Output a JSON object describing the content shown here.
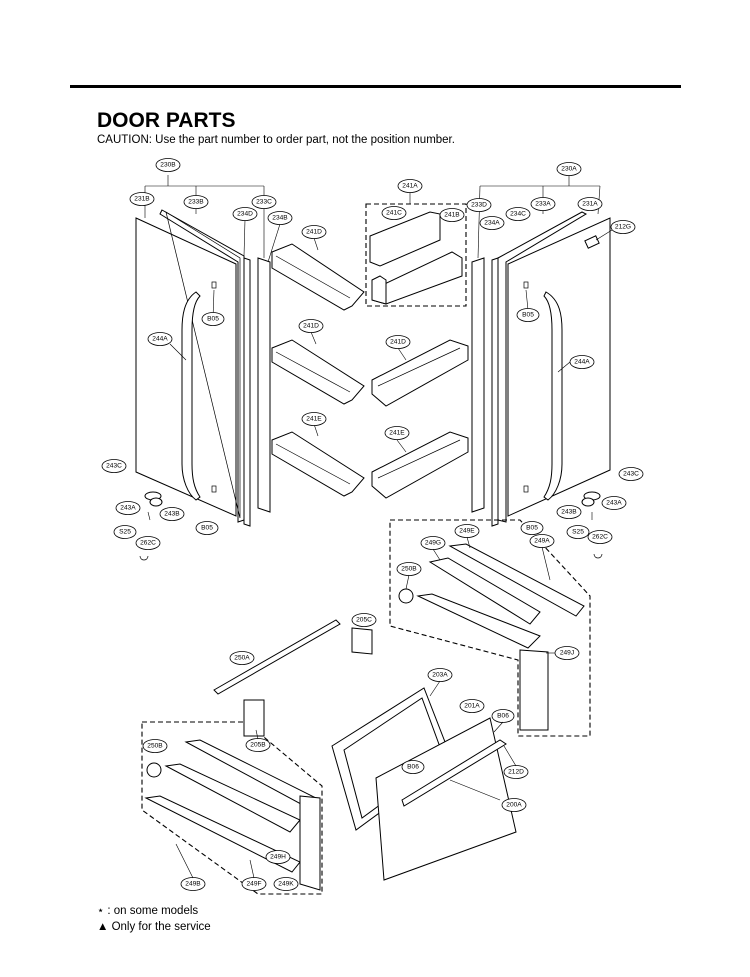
{
  "header": {
    "title": "DOOR PARTS",
    "caution": "CAUTION: Use the part number to order part, not the position number."
  },
  "callouts": [
    {
      "id": "230B",
      "label": "230B"
    },
    {
      "id": "231B",
      "label": "231B"
    },
    {
      "id": "233B",
      "label": "233B"
    },
    {
      "id": "234D-l",
      "label": "234D"
    },
    {
      "id": "233C-l",
      "label": "233C"
    },
    {
      "id": "234B",
      "label": "234B"
    },
    {
      "id": "241D-1",
      "label": "241D"
    },
    {
      "id": "241A",
      "label": "241A"
    },
    {
      "id": "241C",
      "label": "241C"
    },
    {
      "id": "241B",
      "label": "241B"
    },
    {
      "id": "233D",
      "label": "233D"
    },
    {
      "id": "234A-r",
      "label": "234A"
    },
    {
      "id": "234C",
      "label": "234C"
    },
    {
      "id": "233A",
      "label": "233A"
    },
    {
      "id": "231A",
      "label": "231A"
    },
    {
      "id": "230A",
      "label": "230A"
    },
    {
      "id": "212G",
      "label": "212G"
    },
    {
      "id": "B05-l1",
      "label": "B05"
    },
    {
      "id": "244A-l",
      "label": "244A"
    },
    {
      "id": "241D-2",
      "label": "241D"
    },
    {
      "id": "241D-3",
      "label": "241D"
    },
    {
      "id": "B05-r1",
      "label": "B05"
    },
    {
      "id": "244A-r",
      "label": "244A"
    },
    {
      "id": "241E-1",
      "label": "241E"
    },
    {
      "id": "241E-2",
      "label": "241E"
    },
    {
      "id": "243C-l",
      "label": "243C"
    },
    {
      "id": "243C-r",
      "label": "243C"
    },
    {
      "id": "243A-l",
      "label": "243A"
    },
    {
      "id": "243B-l",
      "label": "243B"
    },
    {
      "id": "S25-l",
      "label": "S25"
    },
    {
      "id": "B05-l2",
      "label": "B05"
    },
    {
      "id": "262C-l",
      "label": "262C"
    },
    {
      "id": "243A-r",
      "label": "243A"
    },
    {
      "id": "243B-r",
      "label": "243B"
    },
    {
      "id": "B05-r2",
      "label": "B05"
    },
    {
      "id": "S25-r",
      "label": "S25"
    },
    {
      "id": "262C-r",
      "label": "262C"
    },
    {
      "id": "249E",
      "label": "249E"
    },
    {
      "id": "249G",
      "label": "249G"
    },
    {
      "id": "249A",
      "label": "249A"
    },
    {
      "id": "250B-r",
      "label": "250B"
    },
    {
      "id": "205C",
      "label": "205C"
    },
    {
      "id": "249J",
      "label": "249J"
    },
    {
      "id": "250A",
      "label": "250A"
    },
    {
      "id": "203A",
      "label": "203A"
    },
    {
      "id": "201A",
      "label": "201A"
    },
    {
      "id": "B06-1",
      "label": "B06"
    },
    {
      "id": "205B",
      "label": "205B"
    },
    {
      "id": "250B-l",
      "label": "250B"
    },
    {
      "id": "B06-2",
      "label": "B06"
    },
    {
      "id": "212D",
      "label": "212D"
    },
    {
      "id": "200A",
      "label": "200A"
    },
    {
      "id": "249H",
      "label": "249H"
    },
    {
      "id": "249B",
      "label": "249B"
    },
    {
      "id": "249F",
      "label": "249F"
    },
    {
      "id": "249K",
      "label": "249K"
    }
  ],
  "footer": {
    "note_some_models": "⋆ : on some models",
    "note_service": "▲ Only for the service"
  }
}
